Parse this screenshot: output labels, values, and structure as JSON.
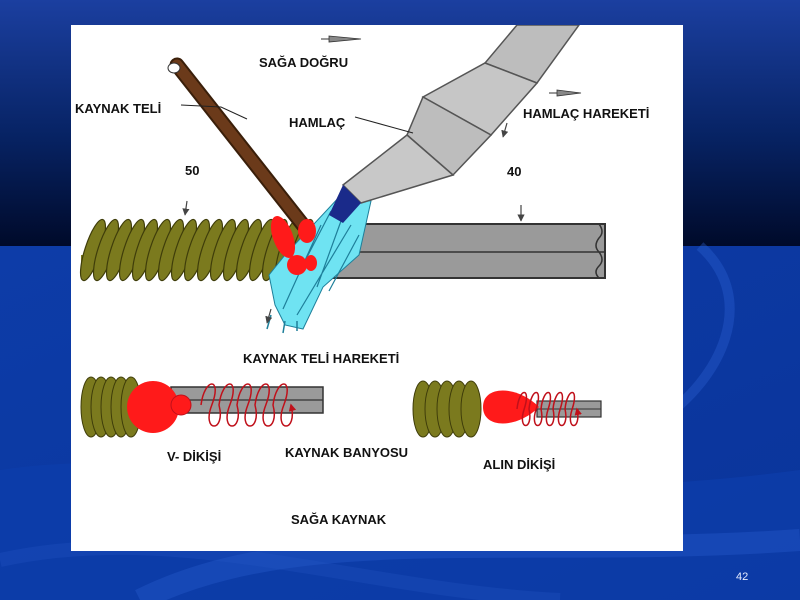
{
  "slide": {
    "page_number": "42",
    "colors": {
      "background_dark": "#00154d",
      "background_blue": "#0a3aa8",
      "figure_bg": "#ffffff"
    }
  },
  "diagram": {
    "labels": {
      "direction": "SAĞA DOĞRU",
      "filler_rod": "KAYNAK TELİ",
      "torch": "HAMLAÇ",
      "torch_motion": "HAMLAÇ HAREKETİ",
      "rod_angle": "50",
      "torch_angle": "40",
      "rod_motion": "KAYNAK TELİ HAREKETİ",
      "v_weld": "V- DİKİŞİ",
      "weld_pool": "KAYNAK BANYOSU",
      "butt_weld": "ALIN DİKİŞİ",
      "title": "SAĞA KAYNAK"
    },
    "colors": {
      "bead": "#7b7a1e",
      "plate": "#9a9a9a",
      "rod": "#6b3a1a",
      "torch": "#bdbdbd",
      "flame": "#6fe3f2",
      "cone": "#1a2a8a",
      "pool": "#ff1a1a",
      "motion_path": "#c0101a"
    },
    "icons": [
      "direction-arrow-icon",
      "torch-motion-arrow-icon"
    ]
  }
}
